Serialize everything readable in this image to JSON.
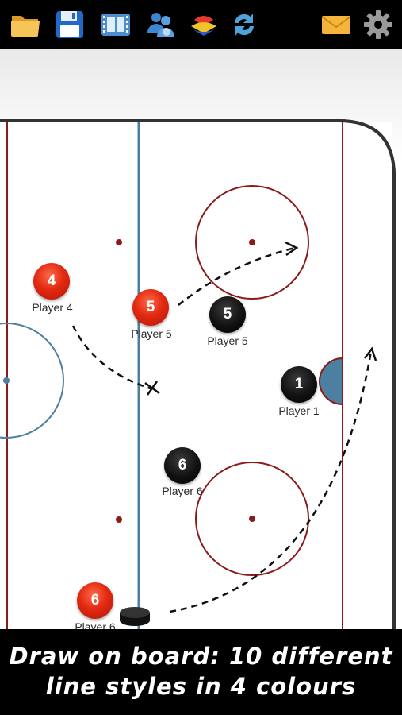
{
  "toolbar": {
    "buttons": [
      {
        "name": "open-folder",
        "icon": "folder-icon"
      },
      {
        "name": "save",
        "icon": "floppy-disk-icon"
      },
      {
        "name": "animation",
        "icon": "film-strip-icon"
      },
      {
        "name": "players",
        "icon": "players-icon"
      },
      {
        "name": "colors",
        "icon": "color-palette-icon"
      },
      {
        "name": "flip",
        "icon": "refresh-arrows-icon"
      },
      {
        "name": "email",
        "icon": "envelope-icon"
      },
      {
        "name": "settings",
        "icon": "gear-icon"
      }
    ]
  },
  "board": {
    "colors": {
      "rink_line": "#8b1a1a",
      "blue_line": "#4d7fa0",
      "red_token": "#e22a12",
      "black_token": "#111111"
    },
    "players": [
      {
        "id": "red-4",
        "team": "red",
        "number": "4",
        "label": "Player 4"
      },
      {
        "id": "red-5",
        "team": "red",
        "number": "5",
        "label": "Player 5"
      },
      {
        "id": "black-5",
        "team": "black",
        "number": "5",
        "label": "Player 5"
      },
      {
        "id": "black-1",
        "team": "black",
        "number": "1",
        "label": "Player 1"
      },
      {
        "id": "black-6",
        "team": "black",
        "number": "6",
        "label": "Player 6"
      },
      {
        "id": "red-6",
        "team": "red",
        "number": "6",
        "label": "Player 6"
      }
    ]
  },
  "caption": {
    "line1": "Draw on board: 10 different",
    "line2": "line styles in 4 colours"
  }
}
